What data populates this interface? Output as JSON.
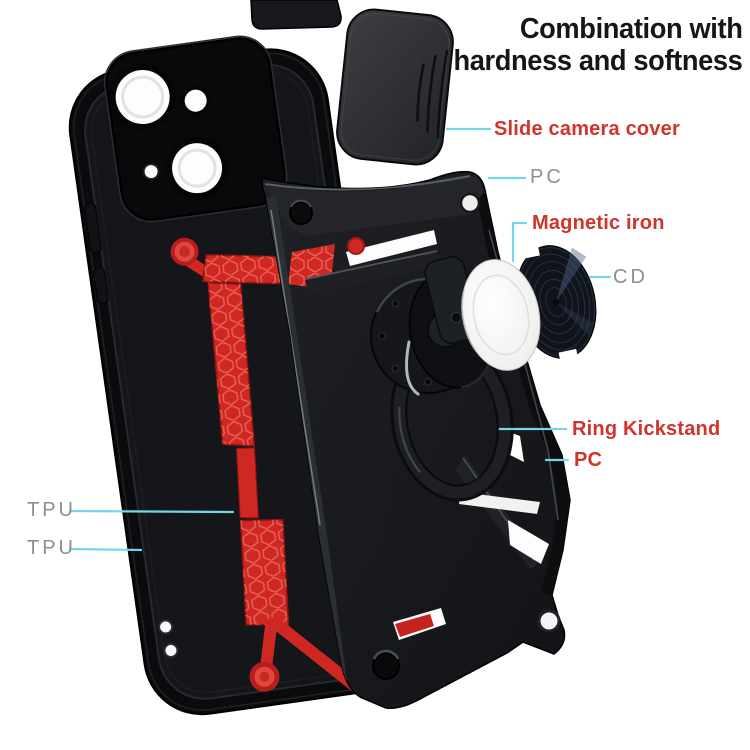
{
  "title": {
    "line1": "Combination with",
    "line2": "hardness and softness"
  },
  "labels": {
    "slide_camera_cover": "Slide camera cover",
    "pc_top": "PC",
    "magnetic_iron": "Magnetic iron",
    "cd": "CD",
    "ring_kickstand": "Ring Kickstand",
    "pc_bottom": "PC",
    "tpu_top": "TPU",
    "tpu_bottom": "TPU"
  },
  "colors": {
    "title_black": "#161616",
    "feature_red_text": "#d0342c",
    "material_gray_text": "#8c8e92",
    "leader_line_cyan": "#74d6e8",
    "case_black": "#0a0b0d",
    "skeleton_red": "#cf2722",
    "white_plate": "#f4f4f2",
    "cd_plate_navy": "#10131a"
  }
}
